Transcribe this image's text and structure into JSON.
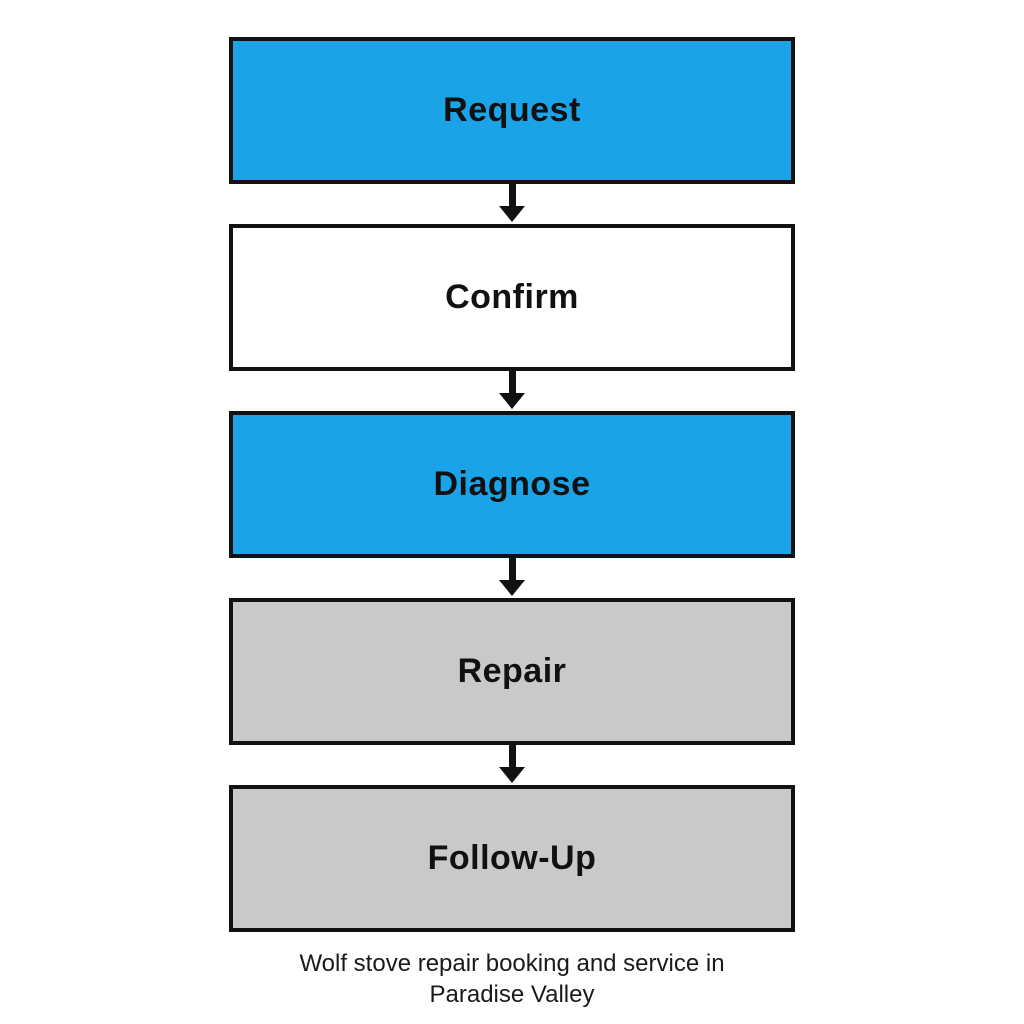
{
  "diagram": {
    "steps": [
      {
        "label": "Request",
        "fill": "#1ba3e8"
      },
      {
        "label": "Confirm",
        "fill": "#ffffff"
      },
      {
        "label": "Diagnose",
        "fill": "#1ba3e8"
      },
      {
        "label": "Repair",
        "fill": "#c9c9c9"
      },
      {
        "label": "Follow-Up",
        "fill": "#c9c9c9"
      }
    ],
    "border_color": "#111111",
    "arrow_color": "#111111",
    "caption": "Wolf stove repair booking and service in\nParadise Valley"
  }
}
